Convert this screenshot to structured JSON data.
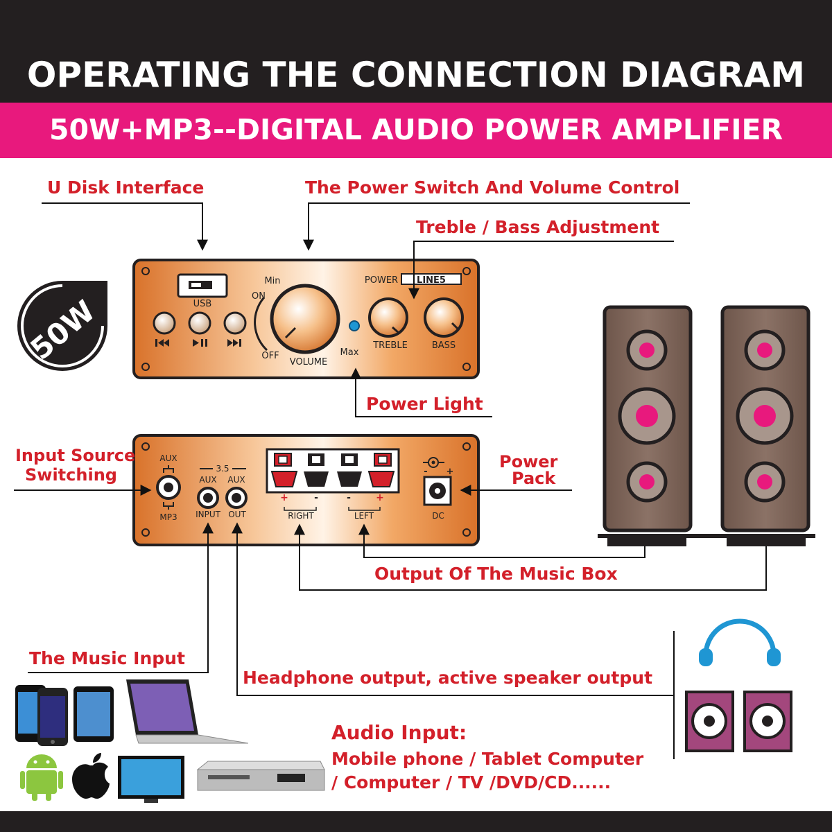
{
  "header": {
    "title": "OPERATING THE CONNECTION DIAGRAM",
    "subtitle": "50W+MP3--DIGITAL AUDIO POWER AMPLIFIER"
  },
  "badge": {
    "text": "50W"
  },
  "labels": {
    "u_disk": "U Disk Interface",
    "power_volume": "The Power Switch And Volume Control",
    "treble_bass": "Treble / Bass Adjustment",
    "power_light": "Power Light",
    "input_source_line1": "Input Source",
    "input_source_line2": "Switching",
    "power_pack_line1": "Power",
    "power_pack_line2": "Pack",
    "output_music_box": "Output Of The Music Box",
    "music_input": "The Music Input",
    "headphone_output": "Headphone output, active speaker output",
    "audio_input_title": "Audio Input:",
    "audio_input_line1": "Mobile phone / Tablet Computer",
    "audio_input_line2": "/ Computer / TV /DVD/CD......"
  },
  "front_panel": {
    "usb": "USB",
    "min": "Min",
    "max": "Max",
    "on": "ON",
    "off": "OFF",
    "volume": "VOLUME",
    "power": "POWER",
    "brand": "LINE5",
    "treble": "TREBLE",
    "bass": "BASS"
  },
  "back_panel": {
    "aux_top": "AUX",
    "mp3": "MP3",
    "size": "3.5",
    "aux_in": "AUX",
    "aux_out": "AUX",
    "input": "INPUT",
    "out": "OUT",
    "plus1": "+",
    "minus1": "-",
    "minus2": "-",
    "plus2": "+",
    "right": "RIGHT",
    "left": "LEFT",
    "dc": "DC",
    "dc_minus": "-",
    "dc_plus": "+"
  },
  "colors": {
    "title_band": "#231f20",
    "subtitle_band": "#e8197d",
    "label_red": "#d3202a",
    "panel_orange": "#e8893a",
    "speaker_body": "#7b6358",
    "speaker_cone": "#e8197d",
    "headphone_blue": "#1f96d3",
    "small_speaker": "#a3477d"
  }
}
